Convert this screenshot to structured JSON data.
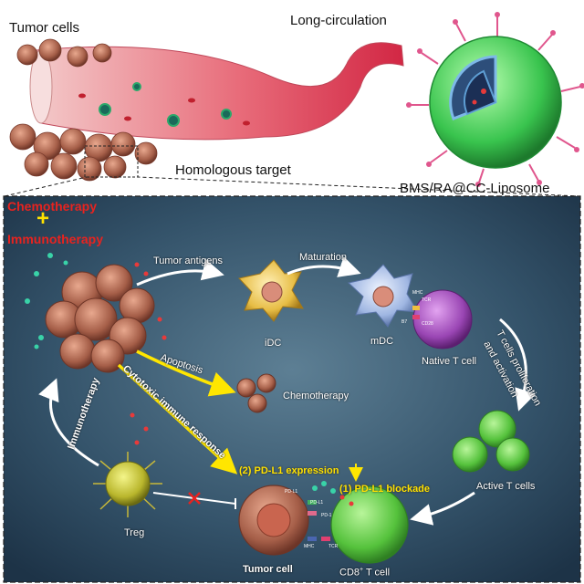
{
  "labels": {
    "tumor_cells": "Tumor cells",
    "long_circulation": "Long-circulation",
    "homologous_target": "Homologous target",
    "liposome": "BMS/RA@CC-Liposome",
    "chemotherapy_head": "Chemotherapy",
    "plus": "+",
    "immunotherapy_head": "Immunotherapy",
    "tumor_antigens": "Tumor antigens",
    "maturation": "Maturation",
    "idc": "iDC",
    "mdc": "mDC",
    "native_t_cell": "Native T cell",
    "t_cells_prolif": "T cells proliferation",
    "and_activation": "and activation",
    "apoptosis": "Apoptosis",
    "chemotherapy": "Chemotherapy",
    "cytotoxic": "Cytotoxic immune response",
    "immunotherapy_side": "Immunotherapy",
    "pdl1_expression": "(2) PD-L1 expression",
    "pdl1_blockade": "(1) PD-L1 blockade",
    "active_t_cells": "Active T cells",
    "treg": "Treg",
    "tumor_cell": "Tumor cell",
    "cd8_main": "CD8",
    "cd8_sup": "+",
    "cd8_rest": " T cell",
    "mhc": "MHC",
    "tcr": "TCR",
    "b7": "B7",
    "cd28": "CD28",
    "pdl1_small": "PD-L1",
    "pd1_small": "PD-1"
  },
  "colors": {
    "panel_bg": "#2e4d63",
    "vessel": "#d93a52",
    "liposome_shell": "#3fcf5a",
    "tumor_brown": "#a05b45",
    "dc_yellow": "#e8c24a",
    "mdc_blue": "#9fb8e0",
    "tcell_purple": "#9b4fb0",
    "active_green": "#6fd04c",
    "treg_yellow": "#c9c83a",
    "arrow_yellow": "#ffe600",
    "arrow_white": "#ffffff",
    "red_text": "#e8231f"
  }
}
